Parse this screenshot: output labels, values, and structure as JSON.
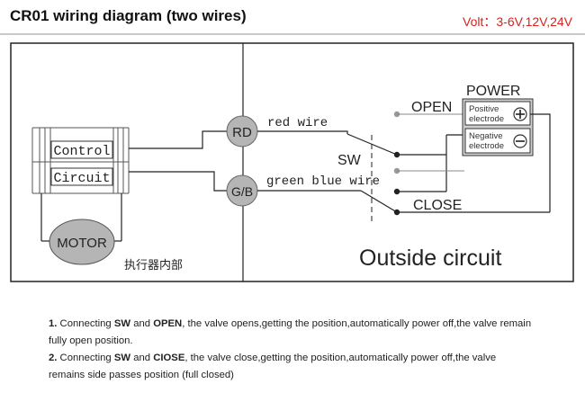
{
  "header": {
    "title": "CR01 wiring diagram (two wires)",
    "volt": "Volt：3-6V,12V,24V"
  },
  "diagram": {
    "control_label": "Control",
    "circuit_label": "Circuit",
    "motor_label": "MOTOR",
    "internal_label": "执行器内部",
    "rd_label": "RD",
    "gb_label": "G/B",
    "red_wire_label": "red wire",
    "green_blue_wire_label": "green blue wire",
    "sw_label": "SW",
    "open_label": "OPEN",
    "close_label": "CLOSE",
    "power_label": "POWER",
    "positive_label_1": "Positive",
    "positive_label_2": "electrode",
    "negative_label_1": "Negative",
    "negative_label_2": "electrode",
    "outside_label": "Outside circuit"
  },
  "notes": {
    "item1_num": "1.",
    "item1_a": " Connecting ",
    "item1_sw": "SW",
    "item1_and": " and ",
    "item1_key": "OPEN",
    "item1_b": ", the valve opens,getting the position,automatically power off,the valve remain fully open position.",
    "item2_num": "2.",
    "item2_a": " Connecting ",
    "item2_sw": "SW",
    "item2_and": " and ",
    "item2_key": "CIOSE",
    "item2_b": ", the valve close,getting the position,automatically power off,the valve remains side passes position (full closed)"
  },
  "colors": {
    "volt": "#d6231f",
    "line": "#222222",
    "lead": "#888888"
  }
}
